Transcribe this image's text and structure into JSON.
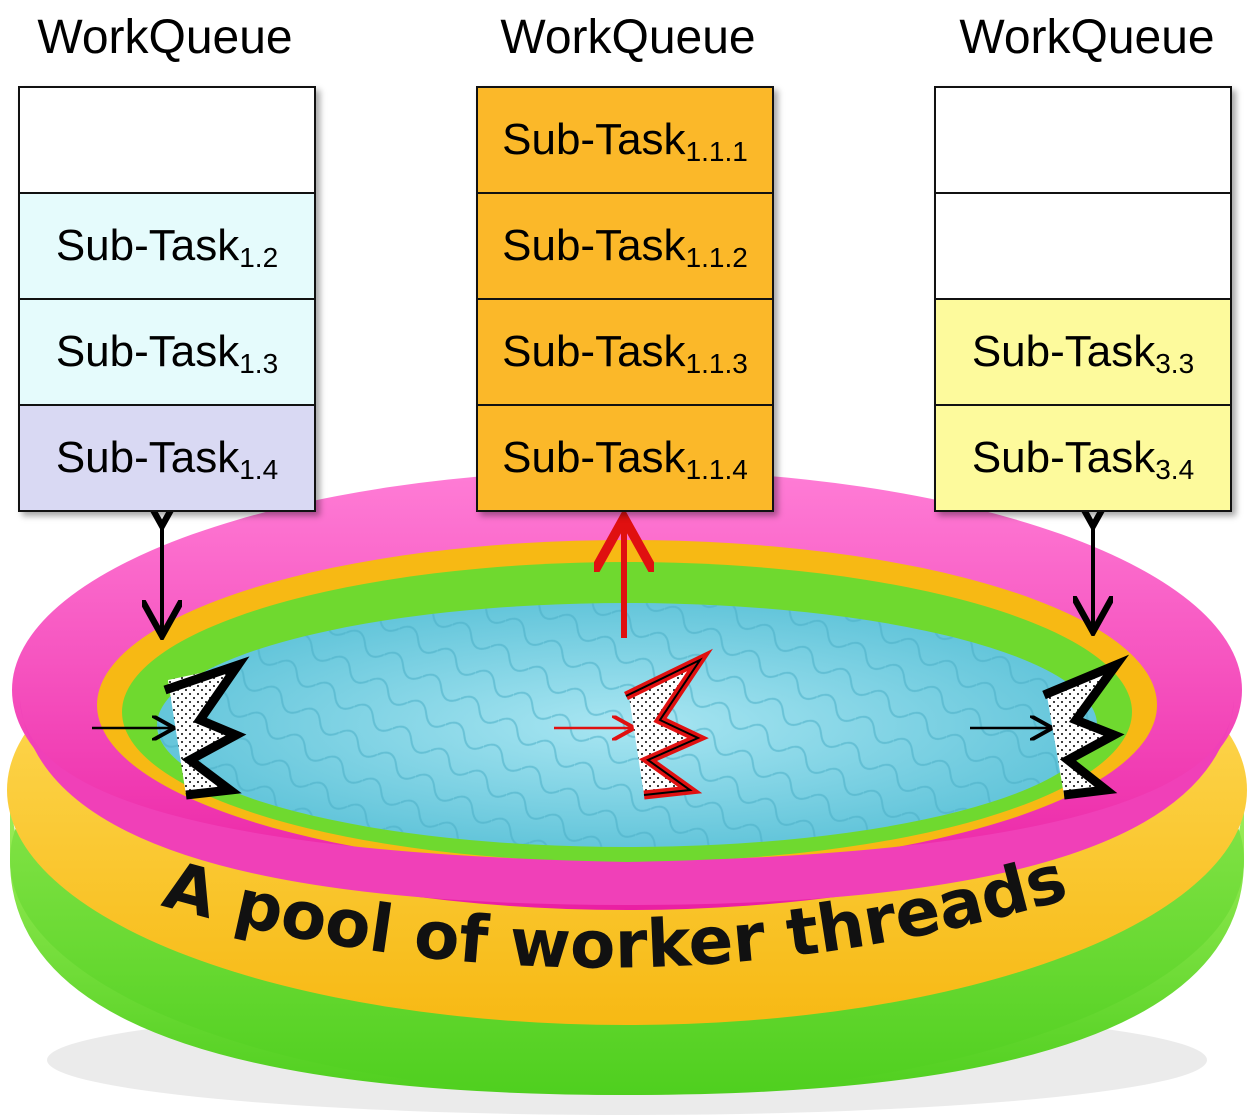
{
  "queues": [
    {
      "title": "WorkQueue",
      "slots": [
        {
          "label": "",
          "sub": "",
          "color": "#ffffff"
        },
        {
          "label": "Sub-Task",
          "sub": "1.2",
          "color": "#e5fbfc"
        },
        {
          "label": "Sub-Task",
          "sub": "1.3",
          "color": "#e5fbfc"
        },
        {
          "label": "Sub-Task",
          "sub": "1.4",
          "color": "#d9d9f3"
        }
      ]
    },
    {
      "title": "WorkQueue",
      "slots": [
        {
          "label": "Sub-Task",
          "sub": "1.1.1",
          "color": "#fbb829"
        },
        {
          "label": "Sub-Task",
          "sub": "1.1.2",
          "color": "#fbb829"
        },
        {
          "label": "Sub-Task",
          "sub": "1.1.3",
          "color": "#fbb829"
        },
        {
          "label": "Sub-Task",
          "sub": "1.1.4",
          "color": "#fbb829"
        }
      ]
    },
    {
      "title": "WorkQueue",
      "slots": [
        {
          "label": "",
          "sub": "",
          "color": "#ffffff"
        },
        {
          "label": "",
          "sub": "",
          "color": "#ffffff"
        },
        {
          "label": "Sub-Task",
          "sub": "3.3",
          "color": "#fdfa9c"
        },
        {
          "label": "Sub-Task",
          "sub": "3.4",
          "color": "#fdfa9c"
        }
      ]
    }
  ],
  "pool": {
    "caption": "A pool of worker threads",
    "colors": {
      "outer_ring": "#ff3fc0",
      "middle_ring": "#ffd43a",
      "bottom_ring": "#7de33f",
      "water": "#7fd4e6",
      "active_thread": "#e01010",
      "idle_thread": "#000000"
    }
  }
}
